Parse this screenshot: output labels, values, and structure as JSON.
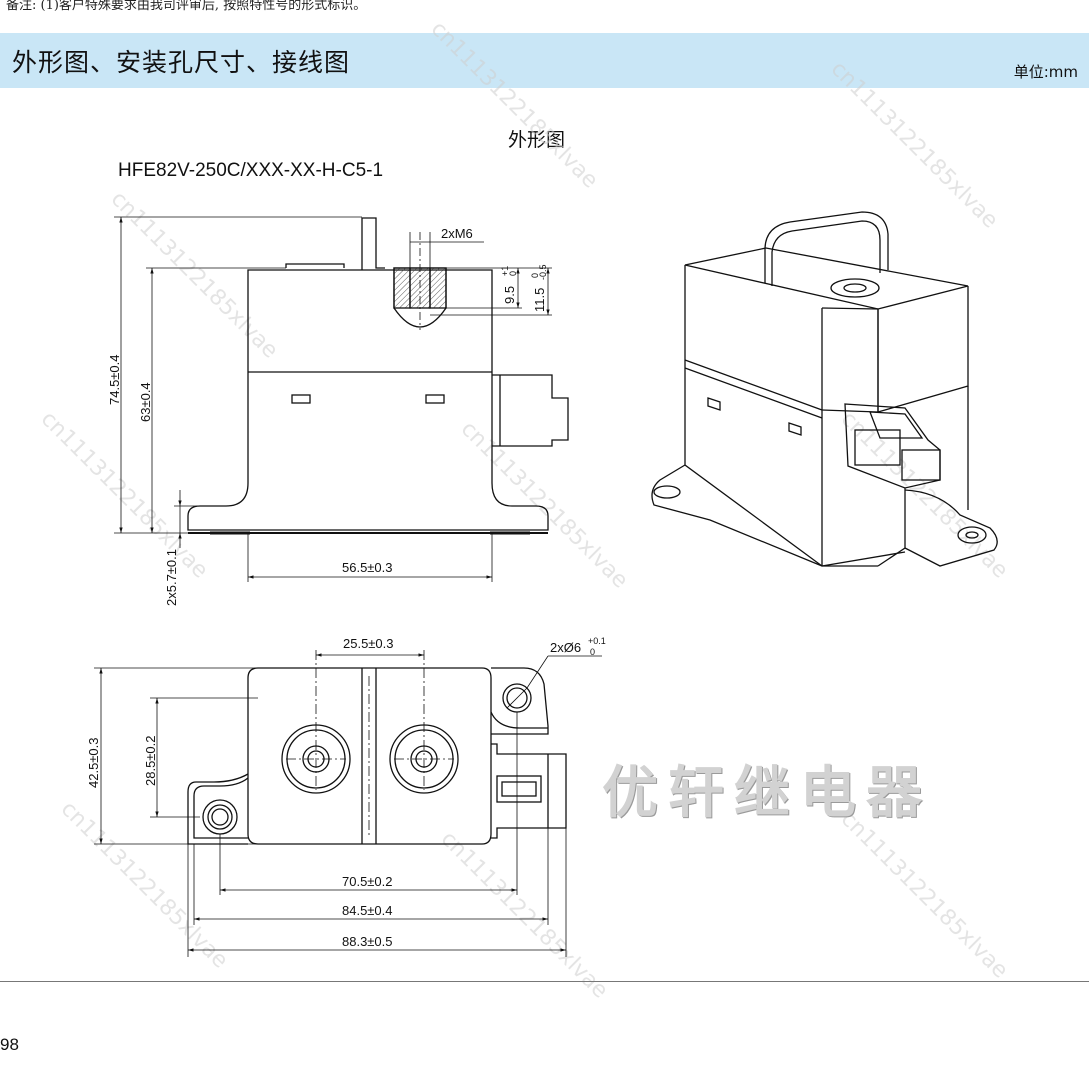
{
  "header": {
    "note": "备注: (1)客户特殊要求由我司评审后, 按照特性号的形式标识。",
    "section_title": "外形图、安装孔尺寸、接线图",
    "unit": "单位:mm"
  },
  "drawing": {
    "outline_title": "外形图",
    "model": "HFE82V-250C/XXX-XX-H-C5-1",
    "dims": {
      "thread": "2xM6",
      "depth_a": "9.5",
      "depth_a_tol_upper": "+1",
      "depth_a_tol_lower": "0",
      "depth_b": "11.5",
      "depth_b_tol_upper": "0",
      "depth_b_tol_lower": "-0.5",
      "total_height": "74.5±0.4",
      "body_height": "63±0.4",
      "flange_thickness": "2x5.7±0.1",
      "body_width": "56.5±0.3",
      "terminal_pitch": "25.5±0.3",
      "hole_dia": "2xØ6",
      "hole_tol_upper": "+0.1",
      "hole_tol_lower": "0",
      "base_depth": "42.5±0.3",
      "body_depth": "28.5±0.2",
      "hole_pitch": "70.5±0.2",
      "flange_length": "84.5±0.4",
      "total_length": "88.3±0.5"
    }
  },
  "watermark_brand": "优轩继电器",
  "watermark_repeat": "cn1113122185xlvae",
  "footer": {
    "page_number": "98"
  }
}
